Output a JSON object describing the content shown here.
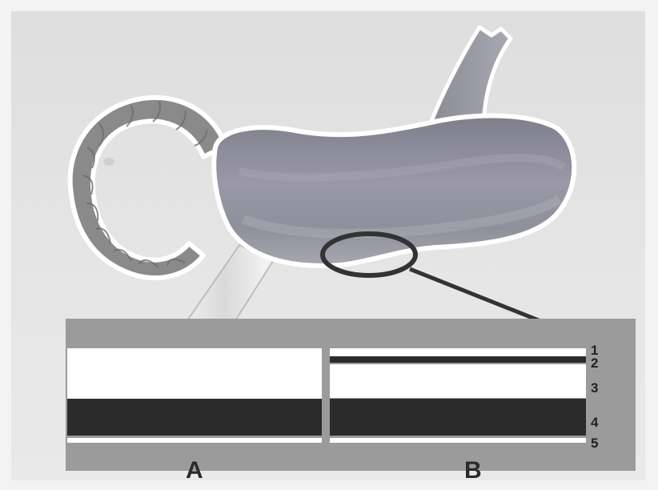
{
  "diagram": {
    "column_labels": [
      "A",
      "B"
    ],
    "layer_numbers": [
      "1",
      "2",
      "3",
      "4",
      "5"
    ]
  },
  "colors": {
    "stomach_fill": "#8f8f9e",
    "intestine_fill": "#8c8c8c",
    "panel_bg": "#9b9b9b",
    "band_light": "#ffffff",
    "band_dark": "#2b2b2b",
    "callout": "#333333"
  }
}
